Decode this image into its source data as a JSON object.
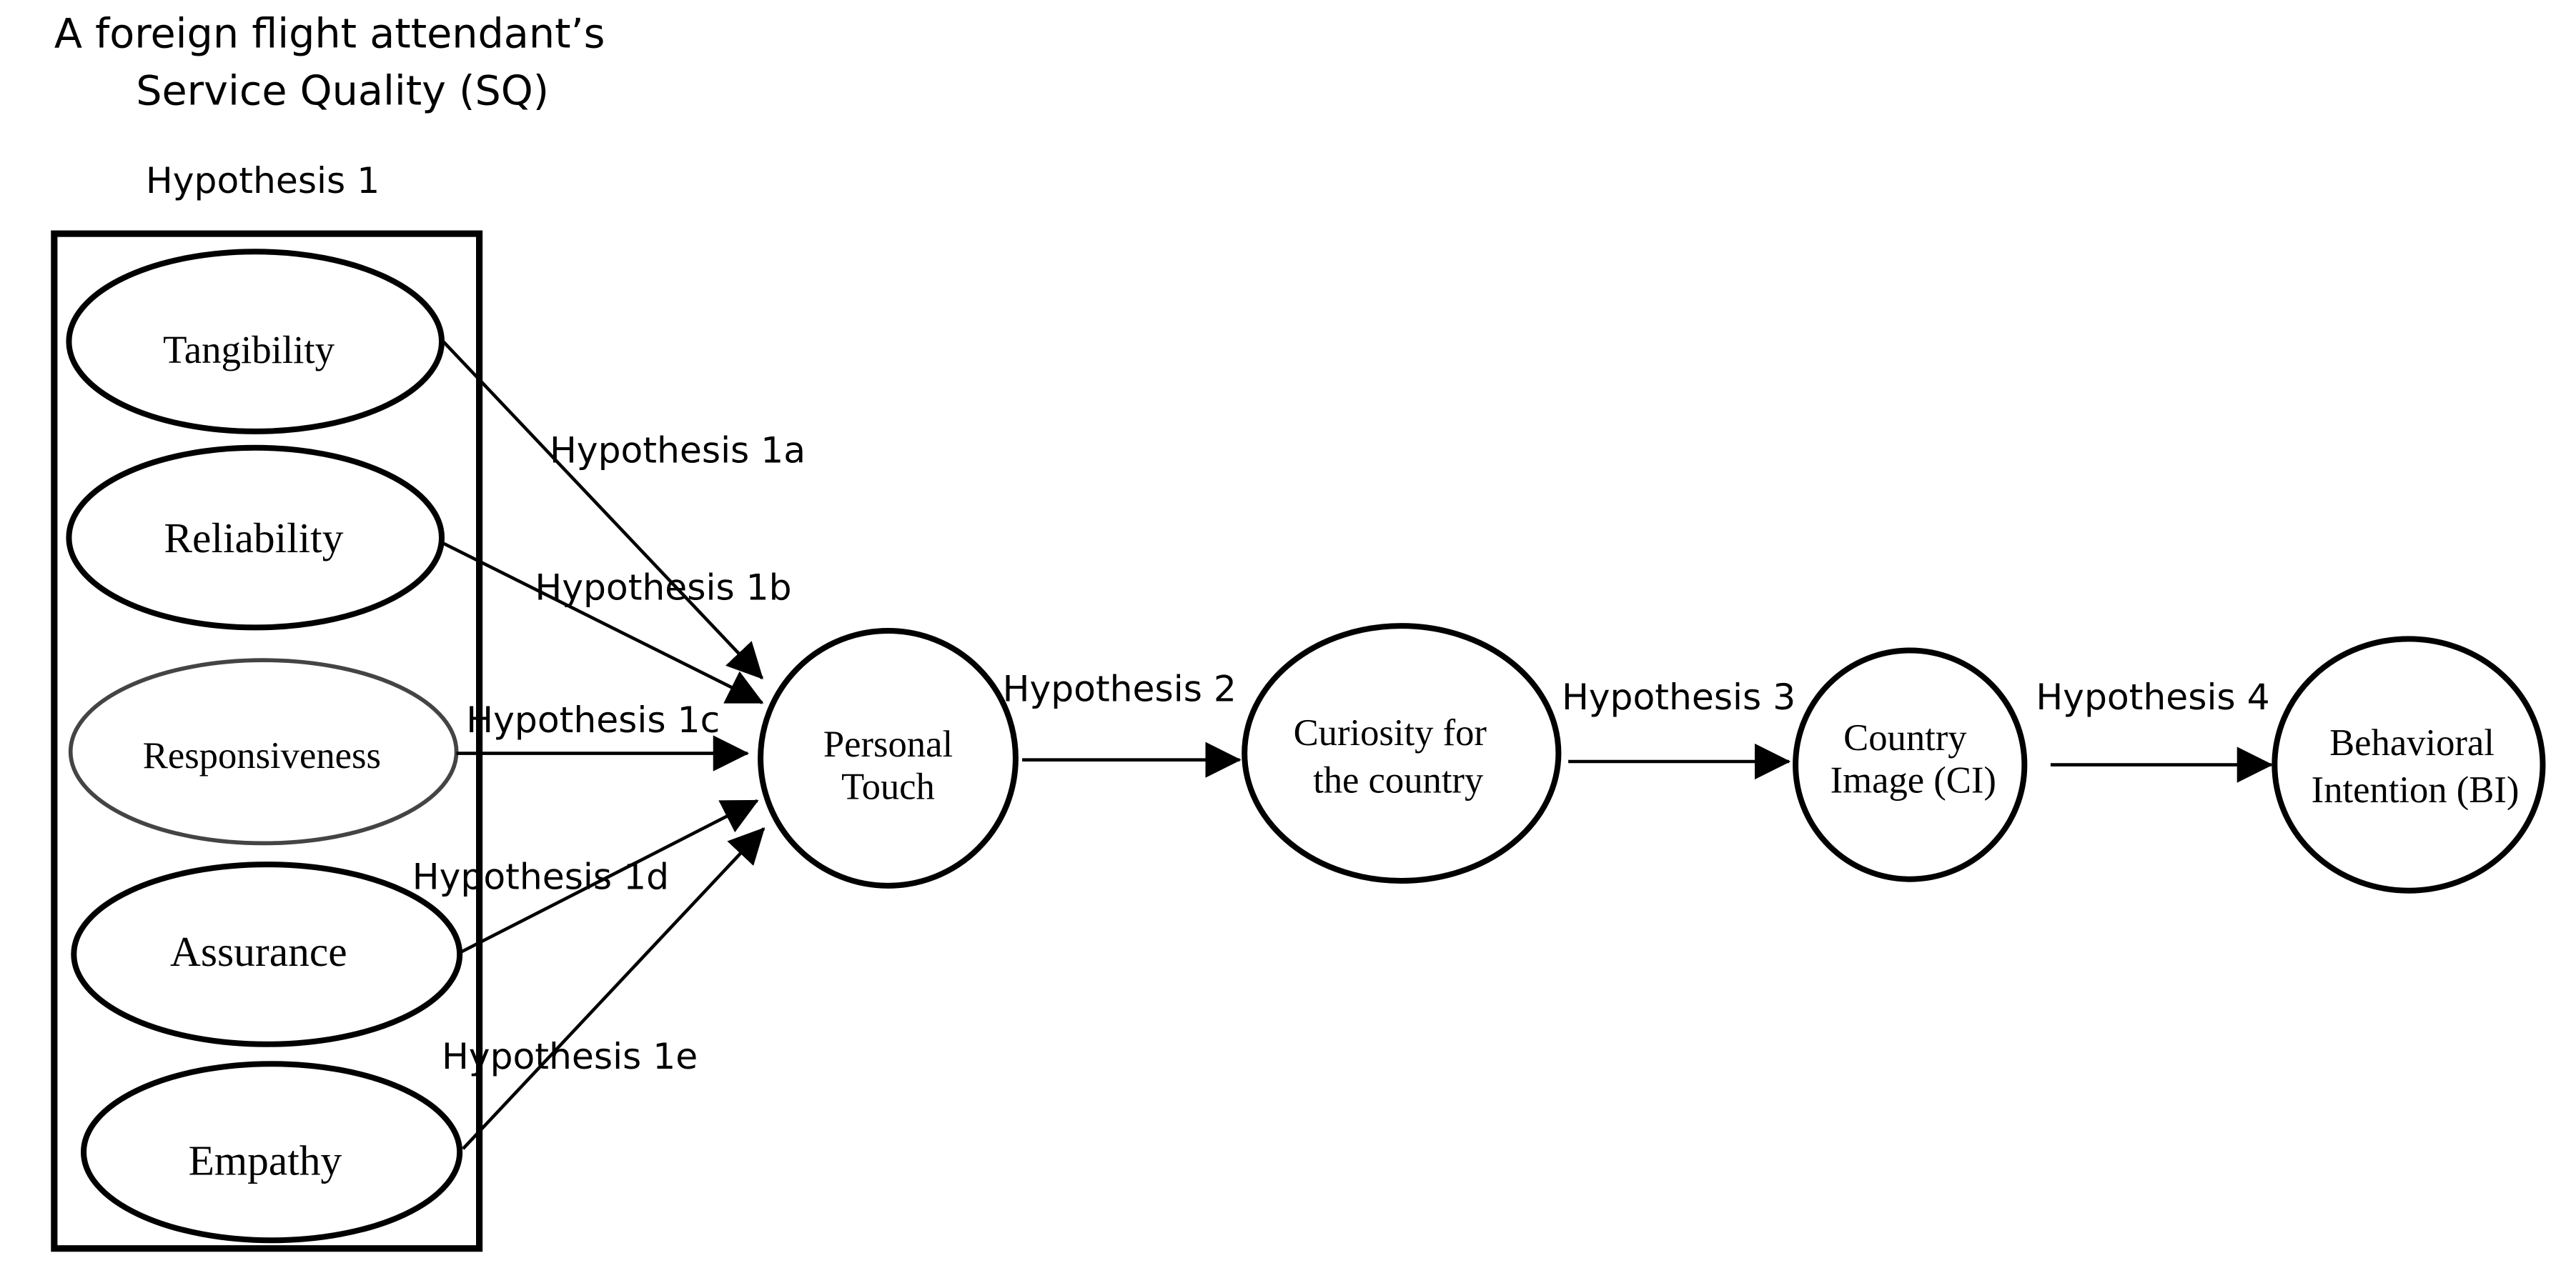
{
  "title_line1": "A foreign flight attendant’s",
  "title_line2": "Service Quality (SQ)",
  "group_label": "Hypothesis 1",
  "sq_dimensions": {
    "tangibility": "Tangibility",
    "reliability": "Reliability",
    "responsiveness": "Responsiveness",
    "assurance": "Assurance",
    "empathy": "Empathy"
  },
  "constructs": {
    "personal_touch": [
      "Personal",
      "Touch"
    ],
    "curiosity": [
      "Curiosity for",
      "the country"
    ],
    "country_image": [
      "Country",
      "Image (CI)"
    ],
    "behavioral_intention": [
      "Behavioral",
      "Intention (BI)"
    ]
  },
  "hypotheses": {
    "h1a": "Hypothesis 1a",
    "h1b": "Hypothesis 1b",
    "h1c": "Hypothesis 1c",
    "h1d": "Hypothesis 1d",
    "h1e": "Hypothesis 1e",
    "h2": "Hypothesis 2",
    "h3": "Hypothesis 3",
    "h4": "Hypothesis 4"
  },
  "colors": {
    "stroke": "#000000",
    "background": "#ffffff"
  }
}
